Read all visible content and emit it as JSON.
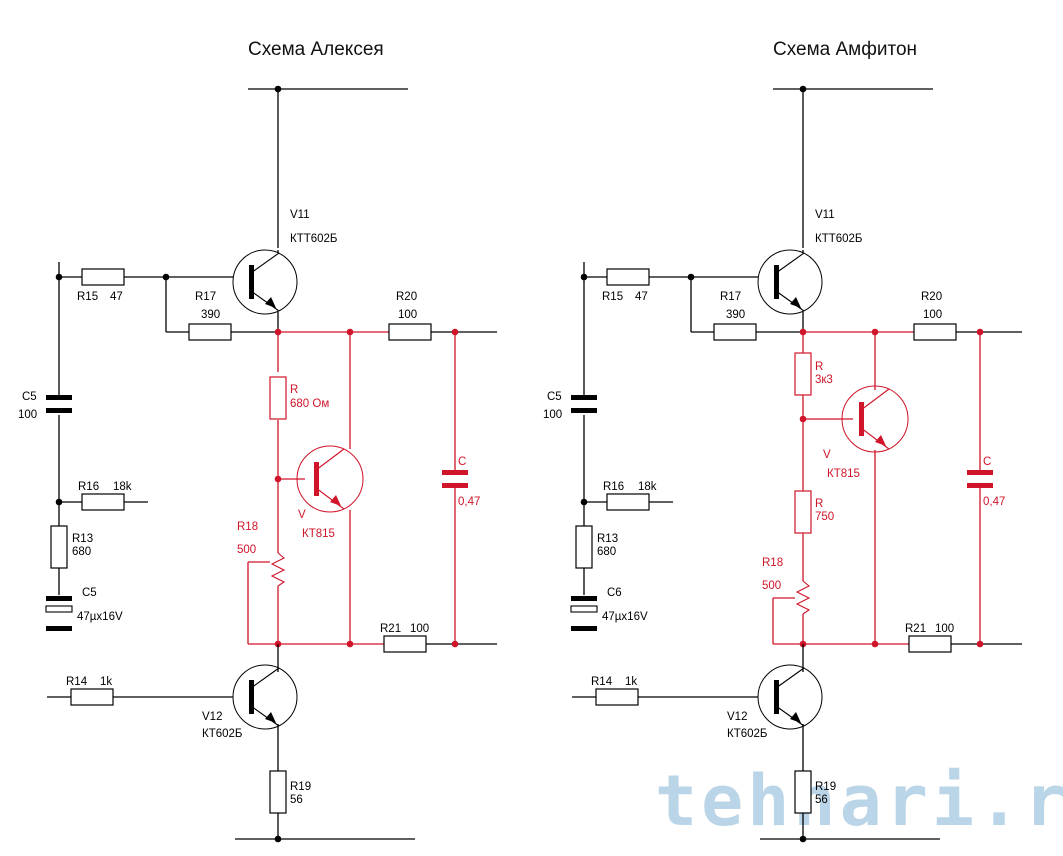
{
  "colors": {
    "wire": "#000000",
    "highlight": "#d0142a"
  },
  "watermark": "tehnari.ru",
  "schemes": [
    {
      "title": "Схема Алексея",
      "variant": "alexey",
      "labels": {
        "v11": "V11",
        "v11_type": "КТТ602Б",
        "r15": "R15",
        "r15_val": "47",
        "r17": "R17",
        "r17_val": "390",
        "r20": "R20",
        "r20_val": "100",
        "c5a": "C5",
        "c5a_val": "100",
        "r16": "R16",
        "r16_val": "18k",
        "r13": "R13",
        "r13_val": "680",
        "c_el": "C5",
        "c_el_val": "47µx16V",
        "r14": "R14",
        "r14_val": "1k",
        "v12": "V12",
        "v12_type": "КТ602Б",
        "r19": "R19",
        "r19_val": "56",
        "r21": "R21",
        "r21_val": "100",
        "r_top": "R",
        "r_top_val": "680 Ом",
        "v": "V",
        "v_type": "КТ815",
        "r18": "R18",
        "r18_val": "500",
        "c": "C",
        "c_val": "0,47"
      }
    },
    {
      "title": "Схема Амфитон",
      "variant": "amfiton",
      "labels": {
        "v11": "V11",
        "v11_type": "КТТ602Б",
        "r15": "R15",
        "r15_val": "47",
        "r17": "R17",
        "r17_val": "390",
        "r20": "R20",
        "r20_val": "100",
        "c5a": "C5",
        "c5a_val": "100",
        "r16": "R16",
        "r16_val": "18k",
        "r13": "R13",
        "r13_val": "680",
        "c_el": "C6",
        "c_el_val": "47µx16V",
        "r14": "R14",
        "r14_val": "1k",
        "v12": "V12",
        "v12_type": "КТ602Б",
        "r19": "R19",
        "r19_val": "56",
        "r21": "R21",
        "r21_val": "100",
        "r_top": "R",
        "r_top_val": "3к3",
        "v": "V",
        "v_type": "КТ815",
        "r_mid": "R",
        "r_mid_val": "750",
        "r18": "R18",
        "r18_val": "500",
        "c": "C",
        "c_val": "0,47"
      }
    }
  ]
}
